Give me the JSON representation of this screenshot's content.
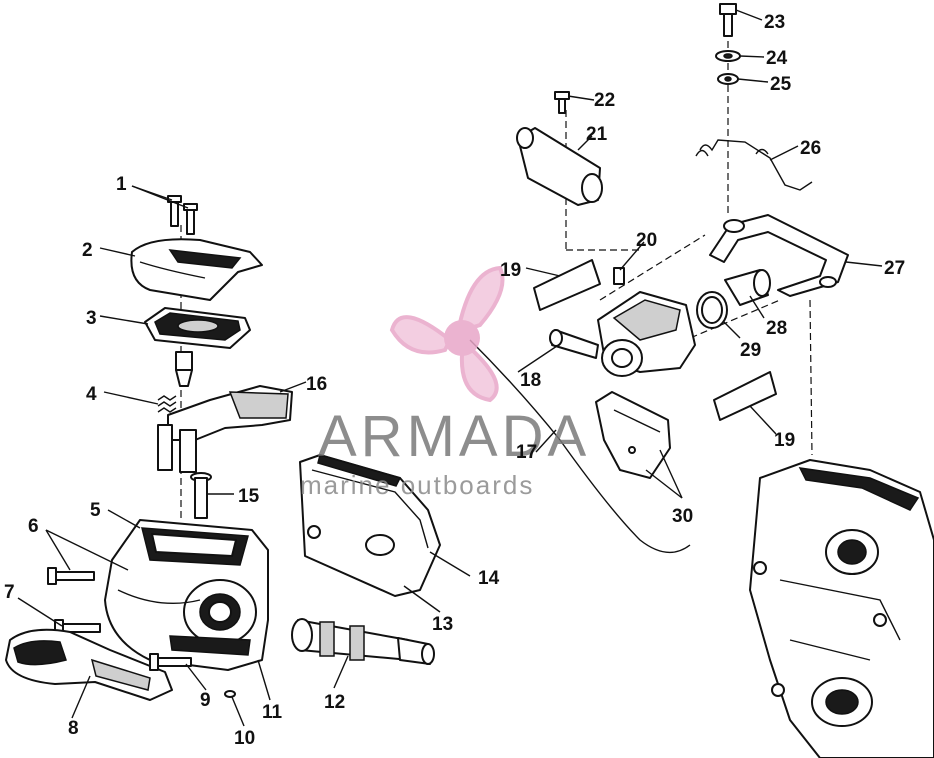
{
  "watermark": {
    "brand": "ARMADA",
    "tagline": "marine outboards",
    "accent_color": "#e8a6c8",
    "text_color": "#6b6b6b",
    "logo": "propeller-logo-icon"
  },
  "callouts": [
    "1",
    "2",
    "3",
    "4",
    "5",
    "6",
    "7",
    "8",
    "9",
    "10",
    "11",
    "12",
    "13",
    "14",
    "15",
    "16",
    "17",
    "18",
    "19",
    "19",
    "20",
    "21",
    "22",
    "23",
    "24",
    "25",
    "26",
    "27",
    "28",
    "29",
    "30"
  ],
  "colors": {
    "line": "#111111",
    "background": "#ffffff"
  }
}
